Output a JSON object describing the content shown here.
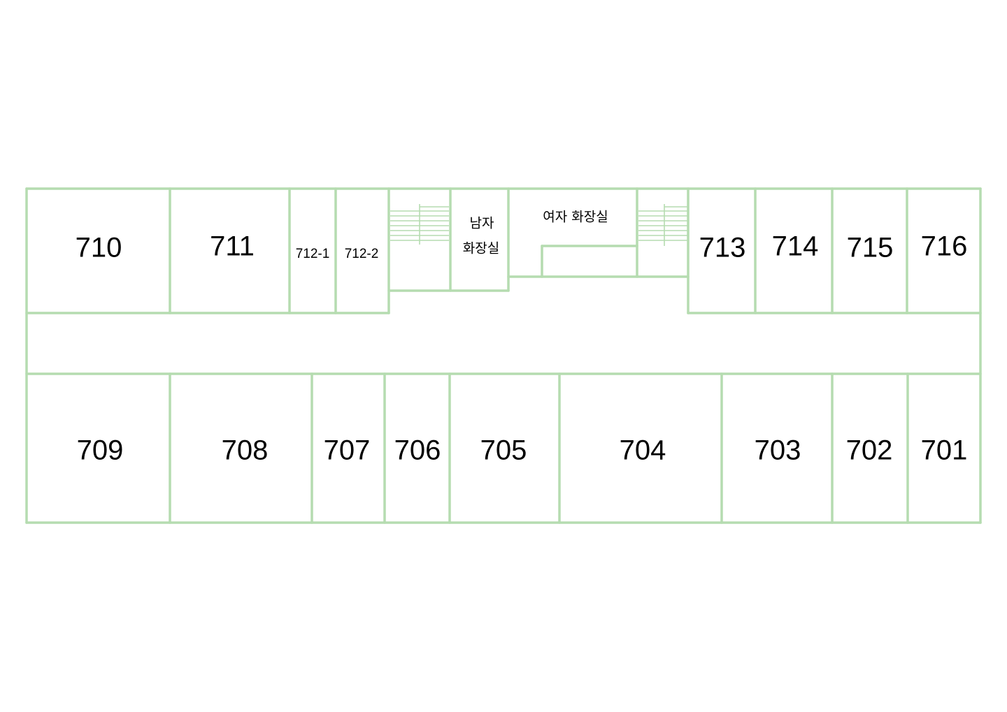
{
  "colors": {
    "wall": "#b5dcb0",
    "text": "#000000",
    "background": "#ffffff"
  },
  "rooms_top": {
    "r710": "710",
    "r711": "711",
    "r712_1": "712-1",
    "r712_2": "712-2",
    "mens_restroom_line1": "남자",
    "mens_restroom_line2": "화장실",
    "womens_restroom": "여자 화장실",
    "r713": "713",
    "r714": "714",
    "r715": "715",
    "r716": "716"
  },
  "rooms_bottom": {
    "r709": "709",
    "r708": "708",
    "r707": "707",
    "r706": "706",
    "r705": "705",
    "r704": "704",
    "r703": "703",
    "r702": "702",
    "r701": "701"
  },
  "icons": [
    "stairs-icon-left",
    "stairs-icon-right"
  ]
}
